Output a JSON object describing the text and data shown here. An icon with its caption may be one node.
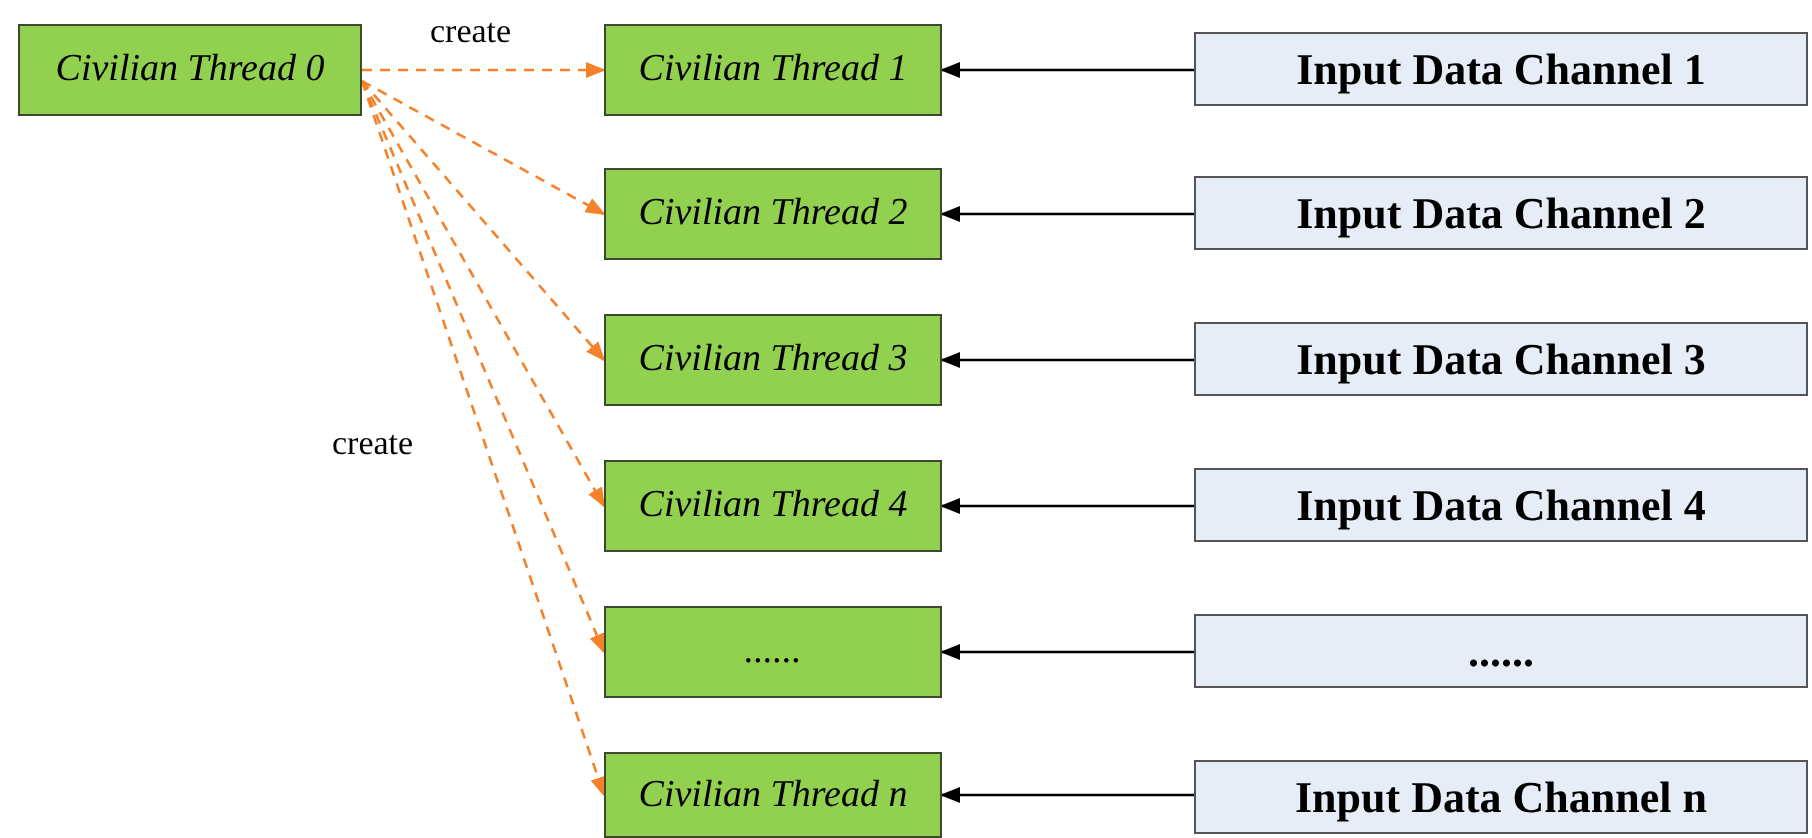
{
  "diagram": {
    "nodes": [
      {
        "text": [
          "Civilian Thread 0"
        ]
      },
      {
        "text": [
          "Civilian Thread 1"
        ]
      },
      {
        "text": [
          "Input Data Channel 1"
        ]
      },
      {
        "text": [
          "Civilian Thread 2"
        ]
      },
      {
        "text": [
          "Input Data Channel 2"
        ]
      },
      {
        "text": [
          "Civilian Thread 3"
        ]
      },
      {
        "text": [
          "Input Data Channel 3"
        ]
      },
      {
        "text": [
          "Civilian Thread 4"
        ]
      },
      {
        "text": [
          "Input Data Channel 4"
        ]
      },
      {
        "text": [
          "......"
        ]
      },
      {
        "text": [
          "......"
        ]
      },
      {
        "text": [
          "Civilian Thread n"
        ]
      },
      {
        "text": [
          "Input Data Channel n"
        ]
      }
    ],
    "edges": [
      {
        "from": 0,
        "to": 1,
        "arrow": "to",
        "label": "create",
        "style": "dashed",
        "color": "#f5822a"
      },
      {
        "from": 0,
        "to": 3,
        "arrow": "to",
        "style": "dashed",
        "color": "#f5822a"
      },
      {
        "from": 0,
        "to": 5,
        "arrow": "to",
        "style": "dashed",
        "color": "#f5822a"
      },
      {
        "from": 0,
        "to": 7,
        "arrow": "to",
        "style": "dashed",
        "color": "#f5822a"
      },
      {
        "from": 0,
        "to": 9,
        "arrow": "to",
        "style": "dashed",
        "color": "#f5822a"
      },
      {
        "from": 0,
        "to": 11,
        "arrow": "to",
        "style": "dashed",
        "color": "#f5822a"
      },
      {
        "from": 2,
        "to": 1,
        "arrow": "to",
        "color": "#000000"
      },
      {
        "from": 4,
        "to": 3,
        "arrow": "to",
        "color": "#000000"
      },
      {
        "from": 6,
        "to": 5,
        "arrow": "to",
        "color": "#000000"
      },
      {
        "from": 8,
        "to": 7,
        "arrow": "to",
        "color": "#000000"
      },
      {
        "from": 10,
        "to": 9,
        "arrow": "to",
        "color": "#000000"
      },
      {
        "from": 12,
        "to": 11,
        "arrow": "to",
        "color": "#000000"
      }
    ],
    "labels": [
      "create"
    ]
  }
}
